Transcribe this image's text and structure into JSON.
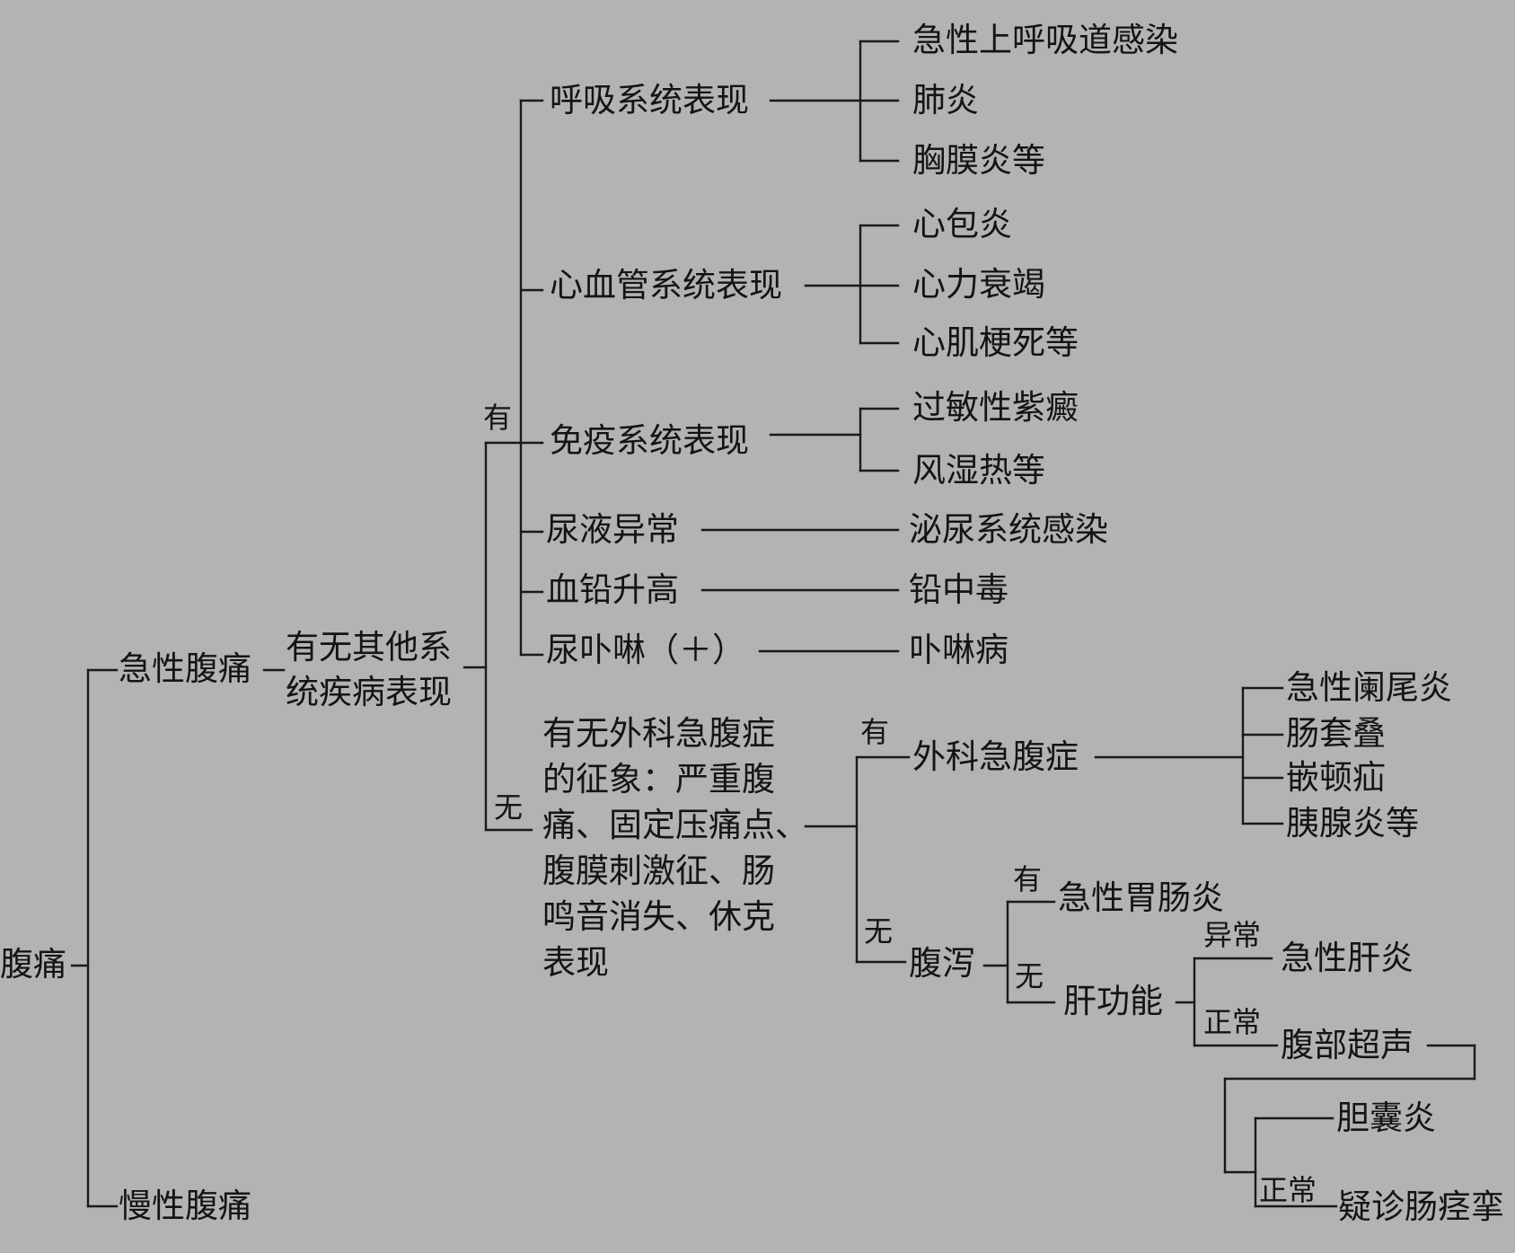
{
  "diagram": {
    "root": "腹痛",
    "acute": "急性腹痛",
    "chronic": "慢性腹痛",
    "other_systems_line1": "有无其他系",
    "other_systems_line2": "统疾病表现",
    "label_yes": "有",
    "label_no": "无",
    "respiratory": "呼吸系统表现",
    "resp_1": "急性上呼吸道感染",
    "resp_2": "肺炎",
    "resp_3": "胸膜炎等",
    "cardio": "心血管系统表现",
    "cardio_1": "心包炎",
    "cardio_2": "心力衰竭",
    "cardio_3": "心肌梗死等",
    "immune": "免疫系统表现",
    "immune_1": "过敏性紫癜",
    "immune_2": "风湿热等",
    "urine": "尿液异常",
    "urine_1": "泌尿系统感染",
    "lead": "血铅升高",
    "lead_1": "铅中毒",
    "porph": "尿卟啉（＋）",
    "porph_1": "卟啉病",
    "surgical_q": [
      "有无外科急腹症",
      "的征象：严重腹",
      "痛、固定压痛点、",
      "腹膜刺激征、肠",
      "鸣音消失、休克",
      "表现"
    ],
    "surgical": "外科急腹症",
    "surg_1": "急性阑尾炎",
    "surg_2": "肠套叠",
    "surg_3": "嵌顿疝",
    "surg_4": "胰腺炎等",
    "diarrhea": "腹泻",
    "gastro": "急性胃肠炎",
    "liver": "肝功能",
    "label_abnormal": "异常",
    "label_normal": "正常",
    "hepatitis": "急性肝炎",
    "ultrasound": "腹部超声",
    "cholecystitis": "胆囊炎",
    "spasm": "疑诊肠痉挛"
  }
}
